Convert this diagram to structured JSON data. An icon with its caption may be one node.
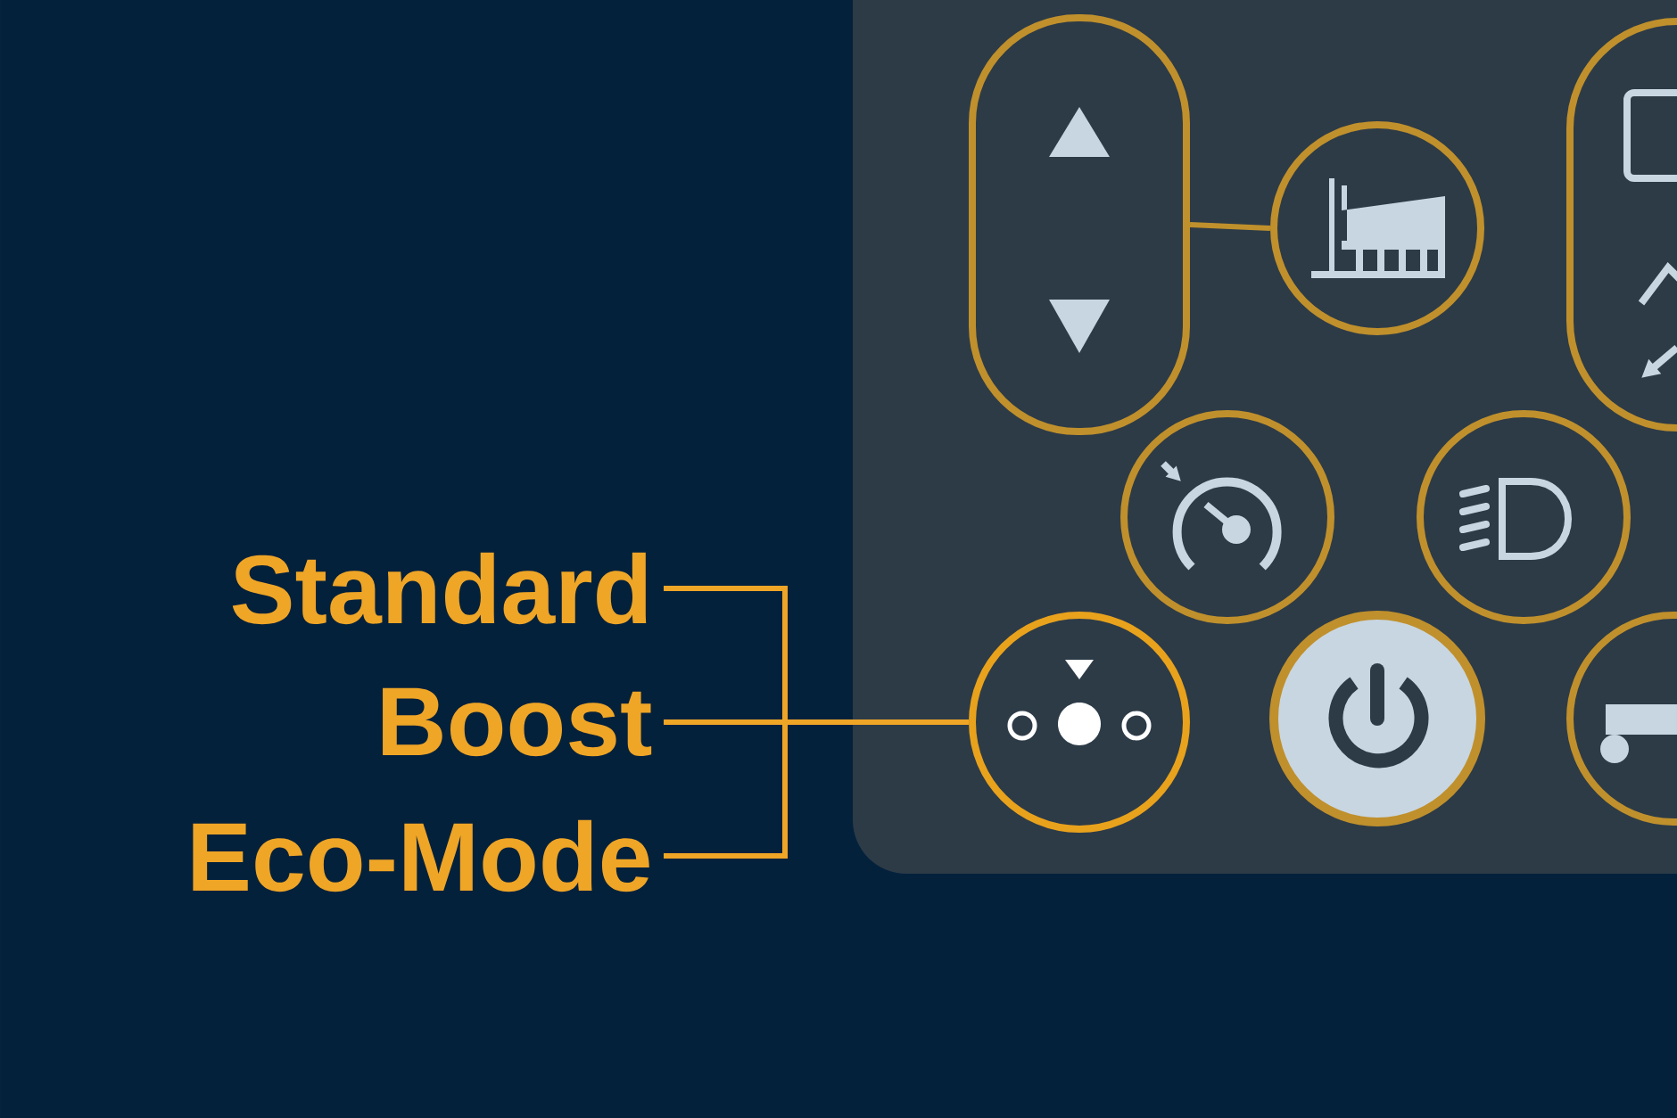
{
  "diagram": {
    "nodes": [
      {
        "text": [
          "Standard"
        ]
      },
      {
        "text": [
          "Boost"
        ]
      },
      {
        "text": [
          "Eco-Mode"
        ]
      },
      {
        "text": [],
        "shape": "circle"
      },
      {
        "text": [],
        "shape": "box"
      },
      {
        "text": [],
        "shape": "circle"
      }
    ],
    "edges": [
      {
        "from": 0,
        "to": 3,
        "arrow": "none"
      },
      {
        "from": 1,
        "to": 3,
        "arrow": "none"
      },
      {
        "from": 2,
        "to": 3,
        "arrow": "none"
      },
      {
        "from": 4,
        "to": 5,
        "arrow": "none",
        "color": "#c0902c"
      }
    ]
  }
}
